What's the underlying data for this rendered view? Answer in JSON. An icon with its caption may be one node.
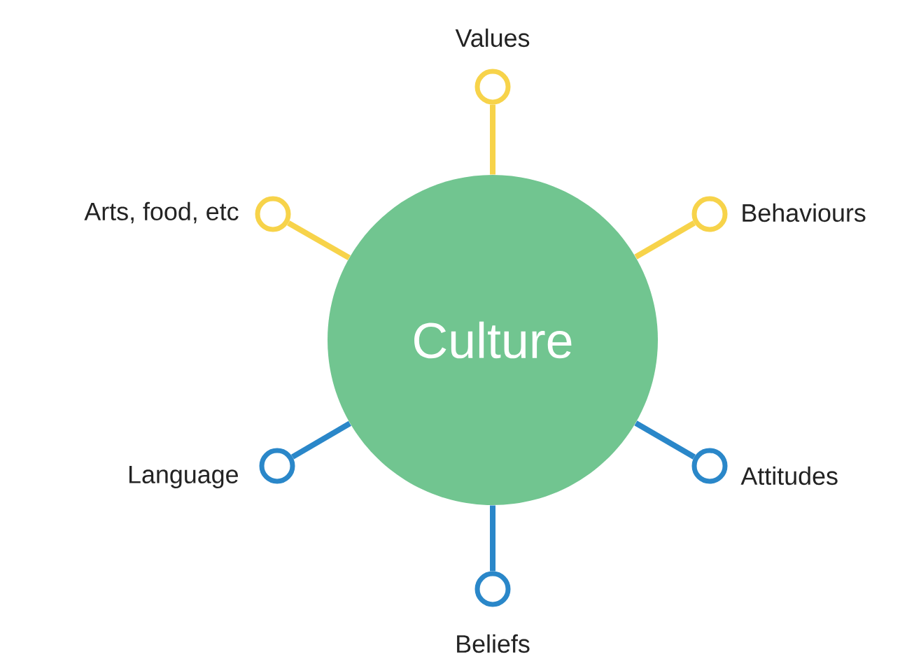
{
  "diagram": {
    "nodes": [
      {
        "text": [
          "Culture"
        ]
      },
      {
        "text": [],
        "shape": "circle",
        "beside": [
          "Values"
        ]
      },
      {
        "text": [],
        "shape": "circle",
        "beside": [
          "Arts, food, etc"
        ]
      },
      {
        "text": [],
        "shape": "circle",
        "beside": [
          "Behaviours"
        ]
      },
      {
        "text": [],
        "shape": "circle",
        "beside": [
          "Language"
        ]
      },
      {
        "text": [],
        "shape": "circle",
        "beside": [
          "Attitudes"
        ]
      },
      {
        "text": [],
        "shape": "circle",
        "beside": [
          "Beliefs"
        ]
      }
    ],
    "edges": [
      {
        "from": 0,
        "to": 1,
        "arrow": "none",
        "color": "#f7d34a"
      },
      {
        "from": 0,
        "to": 2,
        "arrow": "none",
        "color": "#f7d34a"
      },
      {
        "from": 0,
        "to": 3,
        "arrow": "none",
        "color": "#f7d34a"
      },
      {
        "from": 0,
        "to": 4,
        "arrow": "none",
        "color": "#2a87c9"
      },
      {
        "from": 0,
        "to": 5,
        "arrow": "none",
        "color": "#2a87c9"
      },
      {
        "from": 0,
        "to": 6,
        "arrow": "none",
        "color": "#2a87c9"
      }
    ]
  }
}
